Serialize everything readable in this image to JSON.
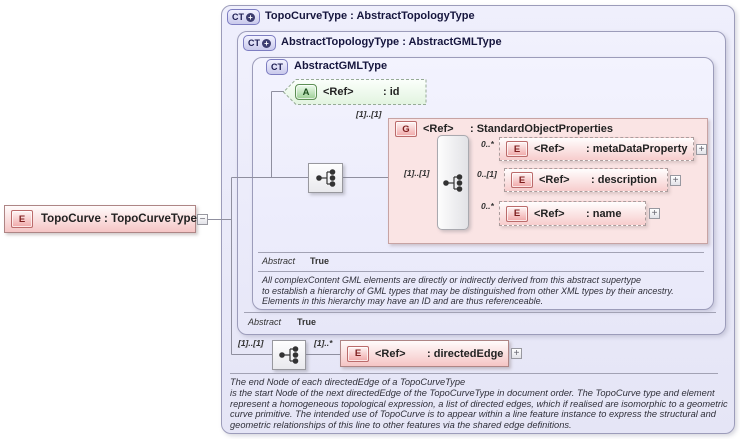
{
  "badges": {
    "element": "E",
    "complex_type": "CT",
    "attribute": "A",
    "group": "G"
  },
  "glyphs": {
    "expand": "+",
    "collapse": "−"
  },
  "root_element": {
    "label": "TopoCurve : TopoCurveType"
  },
  "type_boxes": {
    "topo_curve_type": {
      "title": "TopoCurveType : AbstractTopologyType"
    },
    "abstract_topology_type": {
      "title": "AbstractTopologyType : AbstractGMLType",
      "abstract_label": "Abstract",
      "abstract_value": "True"
    },
    "abstract_gml_type": {
      "title": "AbstractGMLType",
      "abstract_label": "Abstract",
      "abstract_value": "True",
      "doc": [
        "All complexContent GML elements are directly or indirectly derived from this abstract supertype",
        "to establish a hierarchy of GML types that may be distinguished from other XML types by their ancestry.",
        "Elements in this hierarchy may have an ID and are thus referenceable."
      ]
    }
  },
  "attribute_id": {
    "ref": "<Ref>",
    "name": ": id"
  },
  "group_standard_object_properties": {
    "ref": "<Ref>",
    "name": ": StandardObjectProperties",
    "cardinality": "[1]..[1]",
    "sequence_cardinality": "[1]..[1]",
    "children": [
      {
        "ref": "<Ref>",
        "name": ": metaDataProperty",
        "cardinality": "0..*"
      },
      {
        "ref": "<Ref>",
        "name": ": description",
        "cardinality": "0..[1]"
      },
      {
        "ref": "<Ref>",
        "name": ": name",
        "cardinality": "0..*"
      }
    ]
  },
  "directed_edge": {
    "ref": "<Ref>",
    "name": ": directedEdge",
    "sequence_cardinality": "[1]..[1]",
    "cardinality": "[1]..*"
  },
  "bottom_doc": [
    "The end Node of each directedEdge of a TopoCurveType",
    "is the start Node of the next directedEdge of the TopoCurveType in document order.  The TopoCurve type and element",
    "represent a homogeneous topological expression, a list of directed edges, which if realised are isomorphic to a geometric",
    "curve primitive. The intended use of TopoCurve is to appear within a line feature instance to express the structural and",
    "geometric relationships of this line to other features via the shared edge definitions."
  ]
}
